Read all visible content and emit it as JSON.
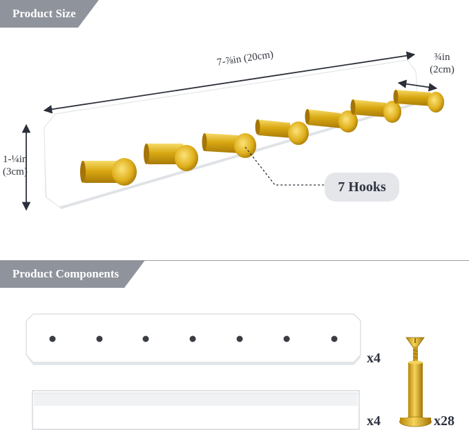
{
  "product_size": {
    "section_title": "Product Size",
    "length_label": "7-⅞in (20cm)",
    "height_label_line1": "1-¼in",
    "height_label_line2": "(3cm)",
    "hook_depth_line1": "¾in",
    "hook_depth_line2": "(2cm)",
    "hooks_callout": "7 Hooks"
  },
  "product_components": {
    "section_title": "Product Components",
    "board_qty": "x4",
    "tape_qty": "x4",
    "screw_qty": "x28"
  },
  "colors": {
    "tab_bg": "#8f939c",
    "gold": "#d9a812",
    "callout_bg": "#e4e6ea",
    "arrow": "#2b2f3a"
  }
}
